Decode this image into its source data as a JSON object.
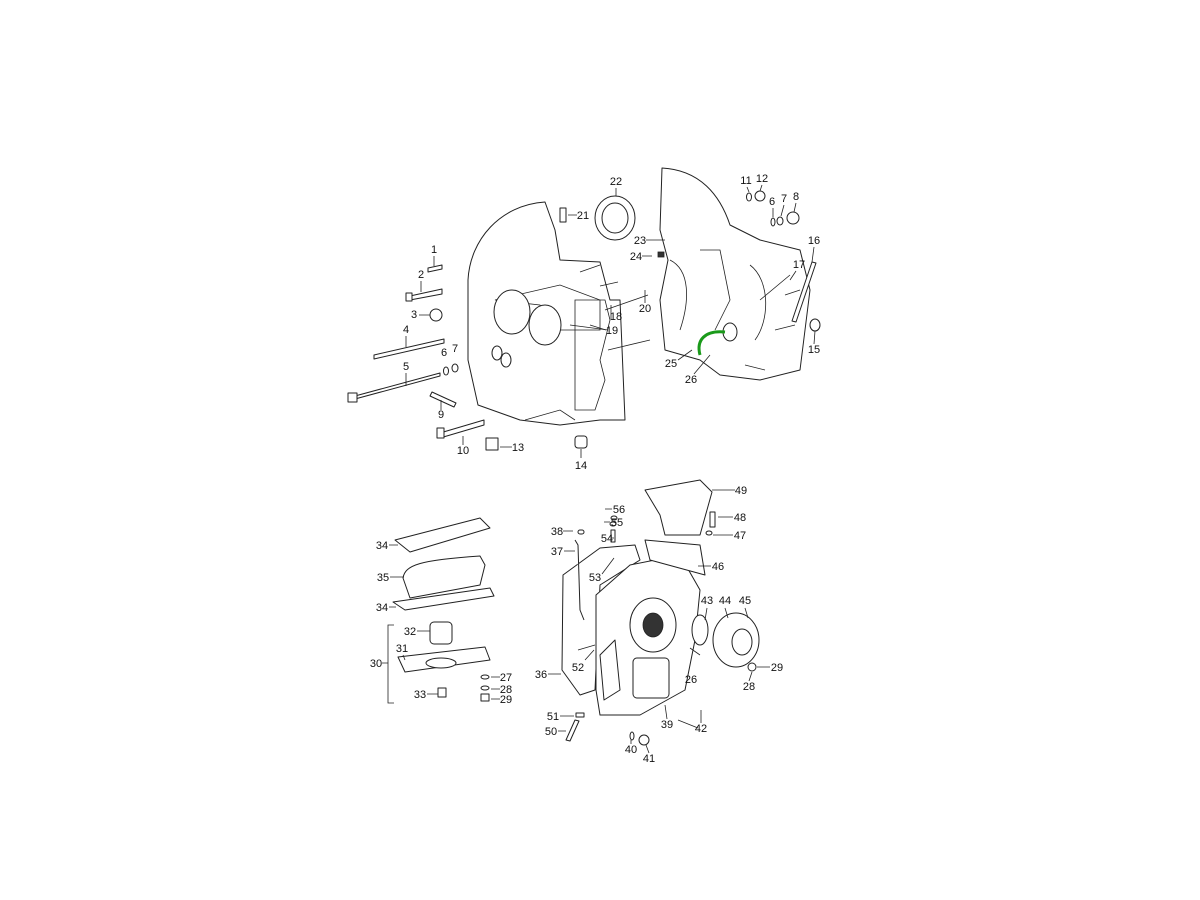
{
  "diagram": {
    "highlight_color": "#1a9a1a",
    "callouts": [
      "1",
      "2",
      "3",
      "4",
      "5",
      "6",
      "7",
      "9",
      "10",
      "13",
      "14",
      "18",
      "19",
      "20",
      "21",
      "22",
      "23",
      "24",
      "25",
      "26",
      "11",
      "12",
      "6",
      "7",
      "8",
      "16",
      "17",
      "15",
      "34",
      "35",
      "34",
      "32",
      "31",
      "30",
      "27",
      "28",
      "29",
      "33",
      "38",
      "37",
      "36",
      "56",
      "55",
      "54",
      "53",
      "52",
      "51",
      "50",
      "40",
      "41",
      "39",
      "42",
      "26",
      "43",
      "44",
      "45",
      "29",
      "28",
      "49",
      "48",
      "47",
      "46"
    ]
  }
}
